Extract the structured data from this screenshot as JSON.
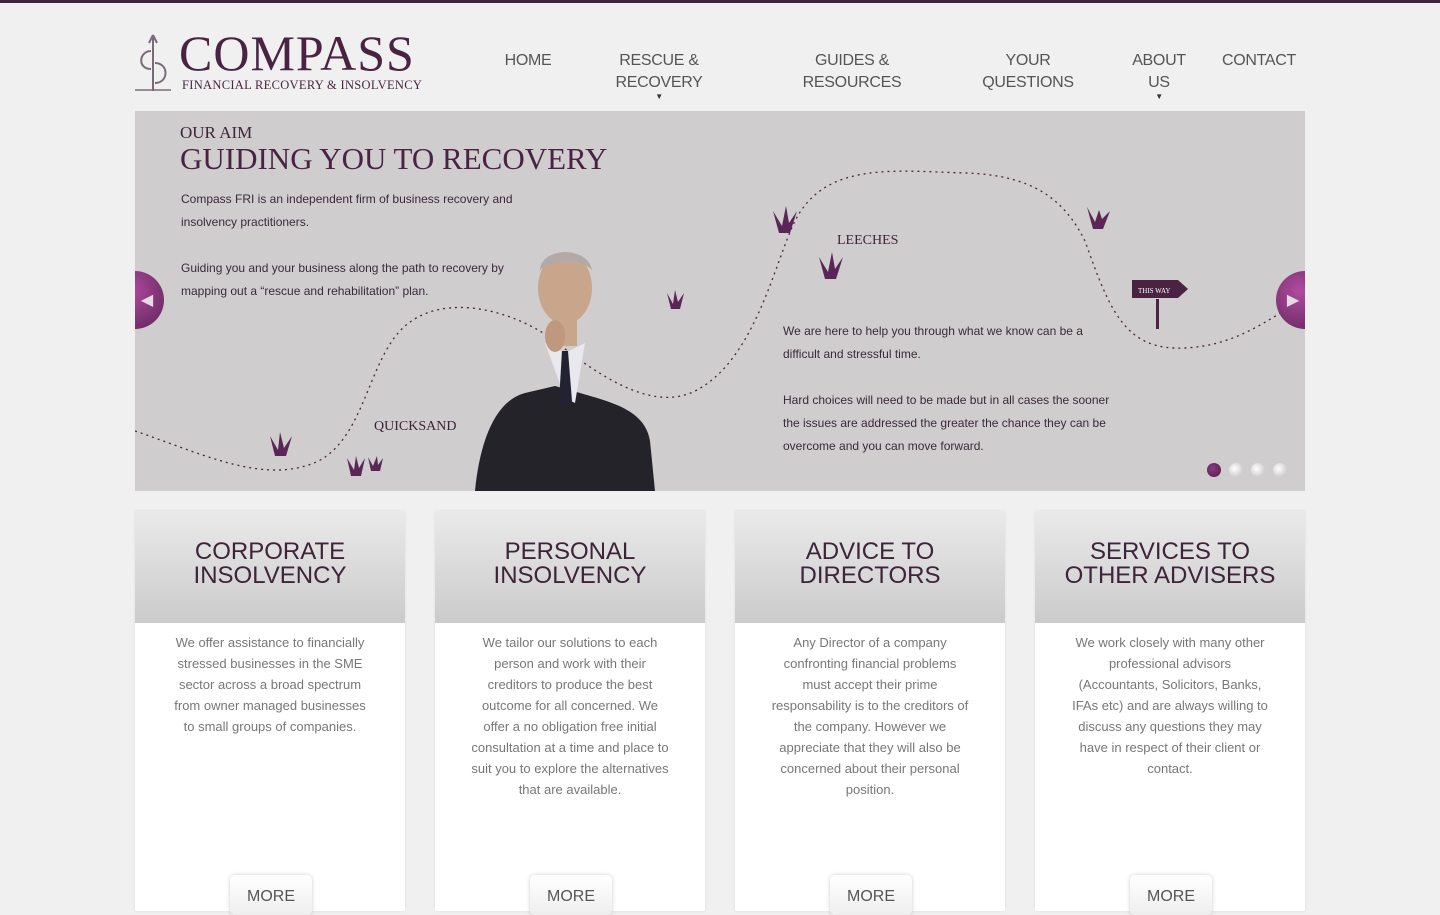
{
  "logo": {
    "name": "COMPASS",
    "tagline": "FINANCIAL RECOVERY & INSOLVENCY"
  },
  "nav": [
    {
      "label": "HOME"
    },
    {
      "label": "RESCUE &",
      "label2": "RECOVERY",
      "dropdown": true
    },
    {
      "label": "GUIDES &",
      "label2": "RESOURCES"
    },
    {
      "label": "YOUR",
      "label2": "QUESTIONS"
    },
    {
      "label": "ABOUT",
      "label2": "US",
      "dropdown": true
    },
    {
      "label": "CONTACT"
    }
  ],
  "slider": {
    "label": "OUR AIM",
    "title": "GUIDING YOU TO RECOVERY",
    "p1a": "Compass FRI is an independent firm of business recovery and",
    "p1b": "insolvency practitioners.",
    "p2a": "Guiding you and your business along the path to recovery by",
    "p2b": "mapping out a “rescue and rehabilitation” plan.",
    "p3a": "We are here to help you through what we know can be a",
    "p3b": "difficult and stressful time.",
    "p4a": "Hard choices will need to be made but in all cases the sooner",
    "p4b": "the issues are addressed the greater the chance they can be",
    "p4c": "overcome and you can move forward.",
    "leeches": "LEECHES",
    "quicksand": "QUICKSAND",
    "sign": "THIS WAY",
    "active_slide": 1,
    "slide_count": 4
  },
  "cards": [
    {
      "title1": "CORPORATE",
      "title2": "INSOLVENCY",
      "body": "We offer assistance to financially stressed businesses in the SME sector across a broad spectrum from owner managed businesses to small groups of companies.",
      "more": "MORE"
    },
    {
      "title1": "PERSONAL",
      "title2": "INSOLVENCY",
      "body": "We tailor our solutions to each person and work with their creditors to produce the best outcome for all concerned. We offer a no obligation free initial consultation at a time and place to suit you to explore the alternatives that are available.",
      "more": "MORE"
    },
    {
      "title1": "ADVICE TO",
      "title2": "DIRECTORS",
      "body": "Any Director of a company confronting financial problems must accept their prime responsability is to the creditors of the company. However we appreciate that they will also be concerned about their personal position.",
      "more": "MORE"
    },
    {
      "title1": "SERVICES TO",
      "title2": "OTHER ADVISERS",
      "body": "We work closely with many other professional advisors (Accountants, Solicitors, Banks, IFAs etc) and are always willing to discuss any questions they may have in respect of their client or contact.",
      "more": "MORE"
    }
  ],
  "colors": {
    "brand": "#4a2342",
    "accent": "#7a2f72"
  }
}
